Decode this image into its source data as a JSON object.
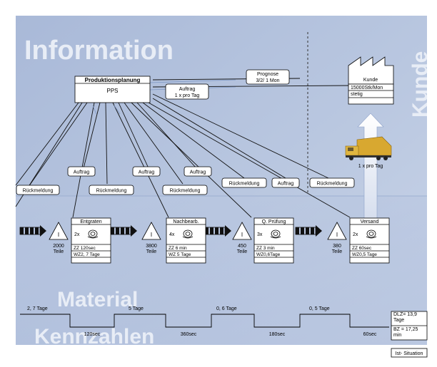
{
  "sections": {
    "information": "Information",
    "kunde": "Kunde",
    "material": "Material",
    "kennzahlen": "Kennzahlen"
  },
  "planning": {
    "title": "Produktionsplanung",
    "subtitle": "PPS"
  },
  "customer": {
    "name": "Kunde",
    "demand": "15000Stk/Mon",
    "pattern": "stetig"
  },
  "flags": {
    "prognose_1": "Prognose",
    "prognose_2": "3/2/ 1 Mon",
    "auftrag_top_1": "Auftrag",
    "auftrag_top_2": "1 x pro Tag",
    "truck_label": "1 x pro Tag",
    "auftrag": "Auftrag",
    "rueckmeldung": "Rückmeldung"
  },
  "processes": [
    {
      "name": "Entgraten",
      "staff": "2x",
      "zz": "ZZ 120sec",
      "wz": "WZ2, 7 Tage"
    },
    {
      "name": "Nachbearb.",
      "staff": "4x",
      "zz": "ZZ 6 min",
      "wz": "WZ 5 Tage"
    },
    {
      "name": "Q. Prüfung",
      "staff": "3x",
      "zz": "ZZ 3 min",
      "wz": "WZ0,6Tage"
    },
    {
      "name": "Versand",
      "staff": "2x",
      "zz": "ZZ 60sec",
      "wz": "WZ0,5 Tage"
    }
  ],
  "inventories": [
    {
      "symbol": "I",
      "qty": "2000",
      "unit": "Teile"
    },
    {
      "symbol": "I",
      "qty": "3800",
      "unit": "Teile"
    },
    {
      "symbol": "I",
      "qty": "450",
      "unit": "Teile"
    },
    {
      "symbol": "I",
      "qty": "380",
      "unit": "Teile"
    }
  ],
  "timeline": {
    "wait": [
      "2, 7 Tage",
      "5 Tage",
      "0, 6 Tage",
      "0, 5 Tage"
    ],
    "process": [
      "120sec",
      "360sec",
      "180sec",
      "60sec"
    ],
    "dlz": "DLZ= 13,9 Tage",
    "bz": "BZ = 17,25 min",
    "situation": "Ist- Situation"
  }
}
